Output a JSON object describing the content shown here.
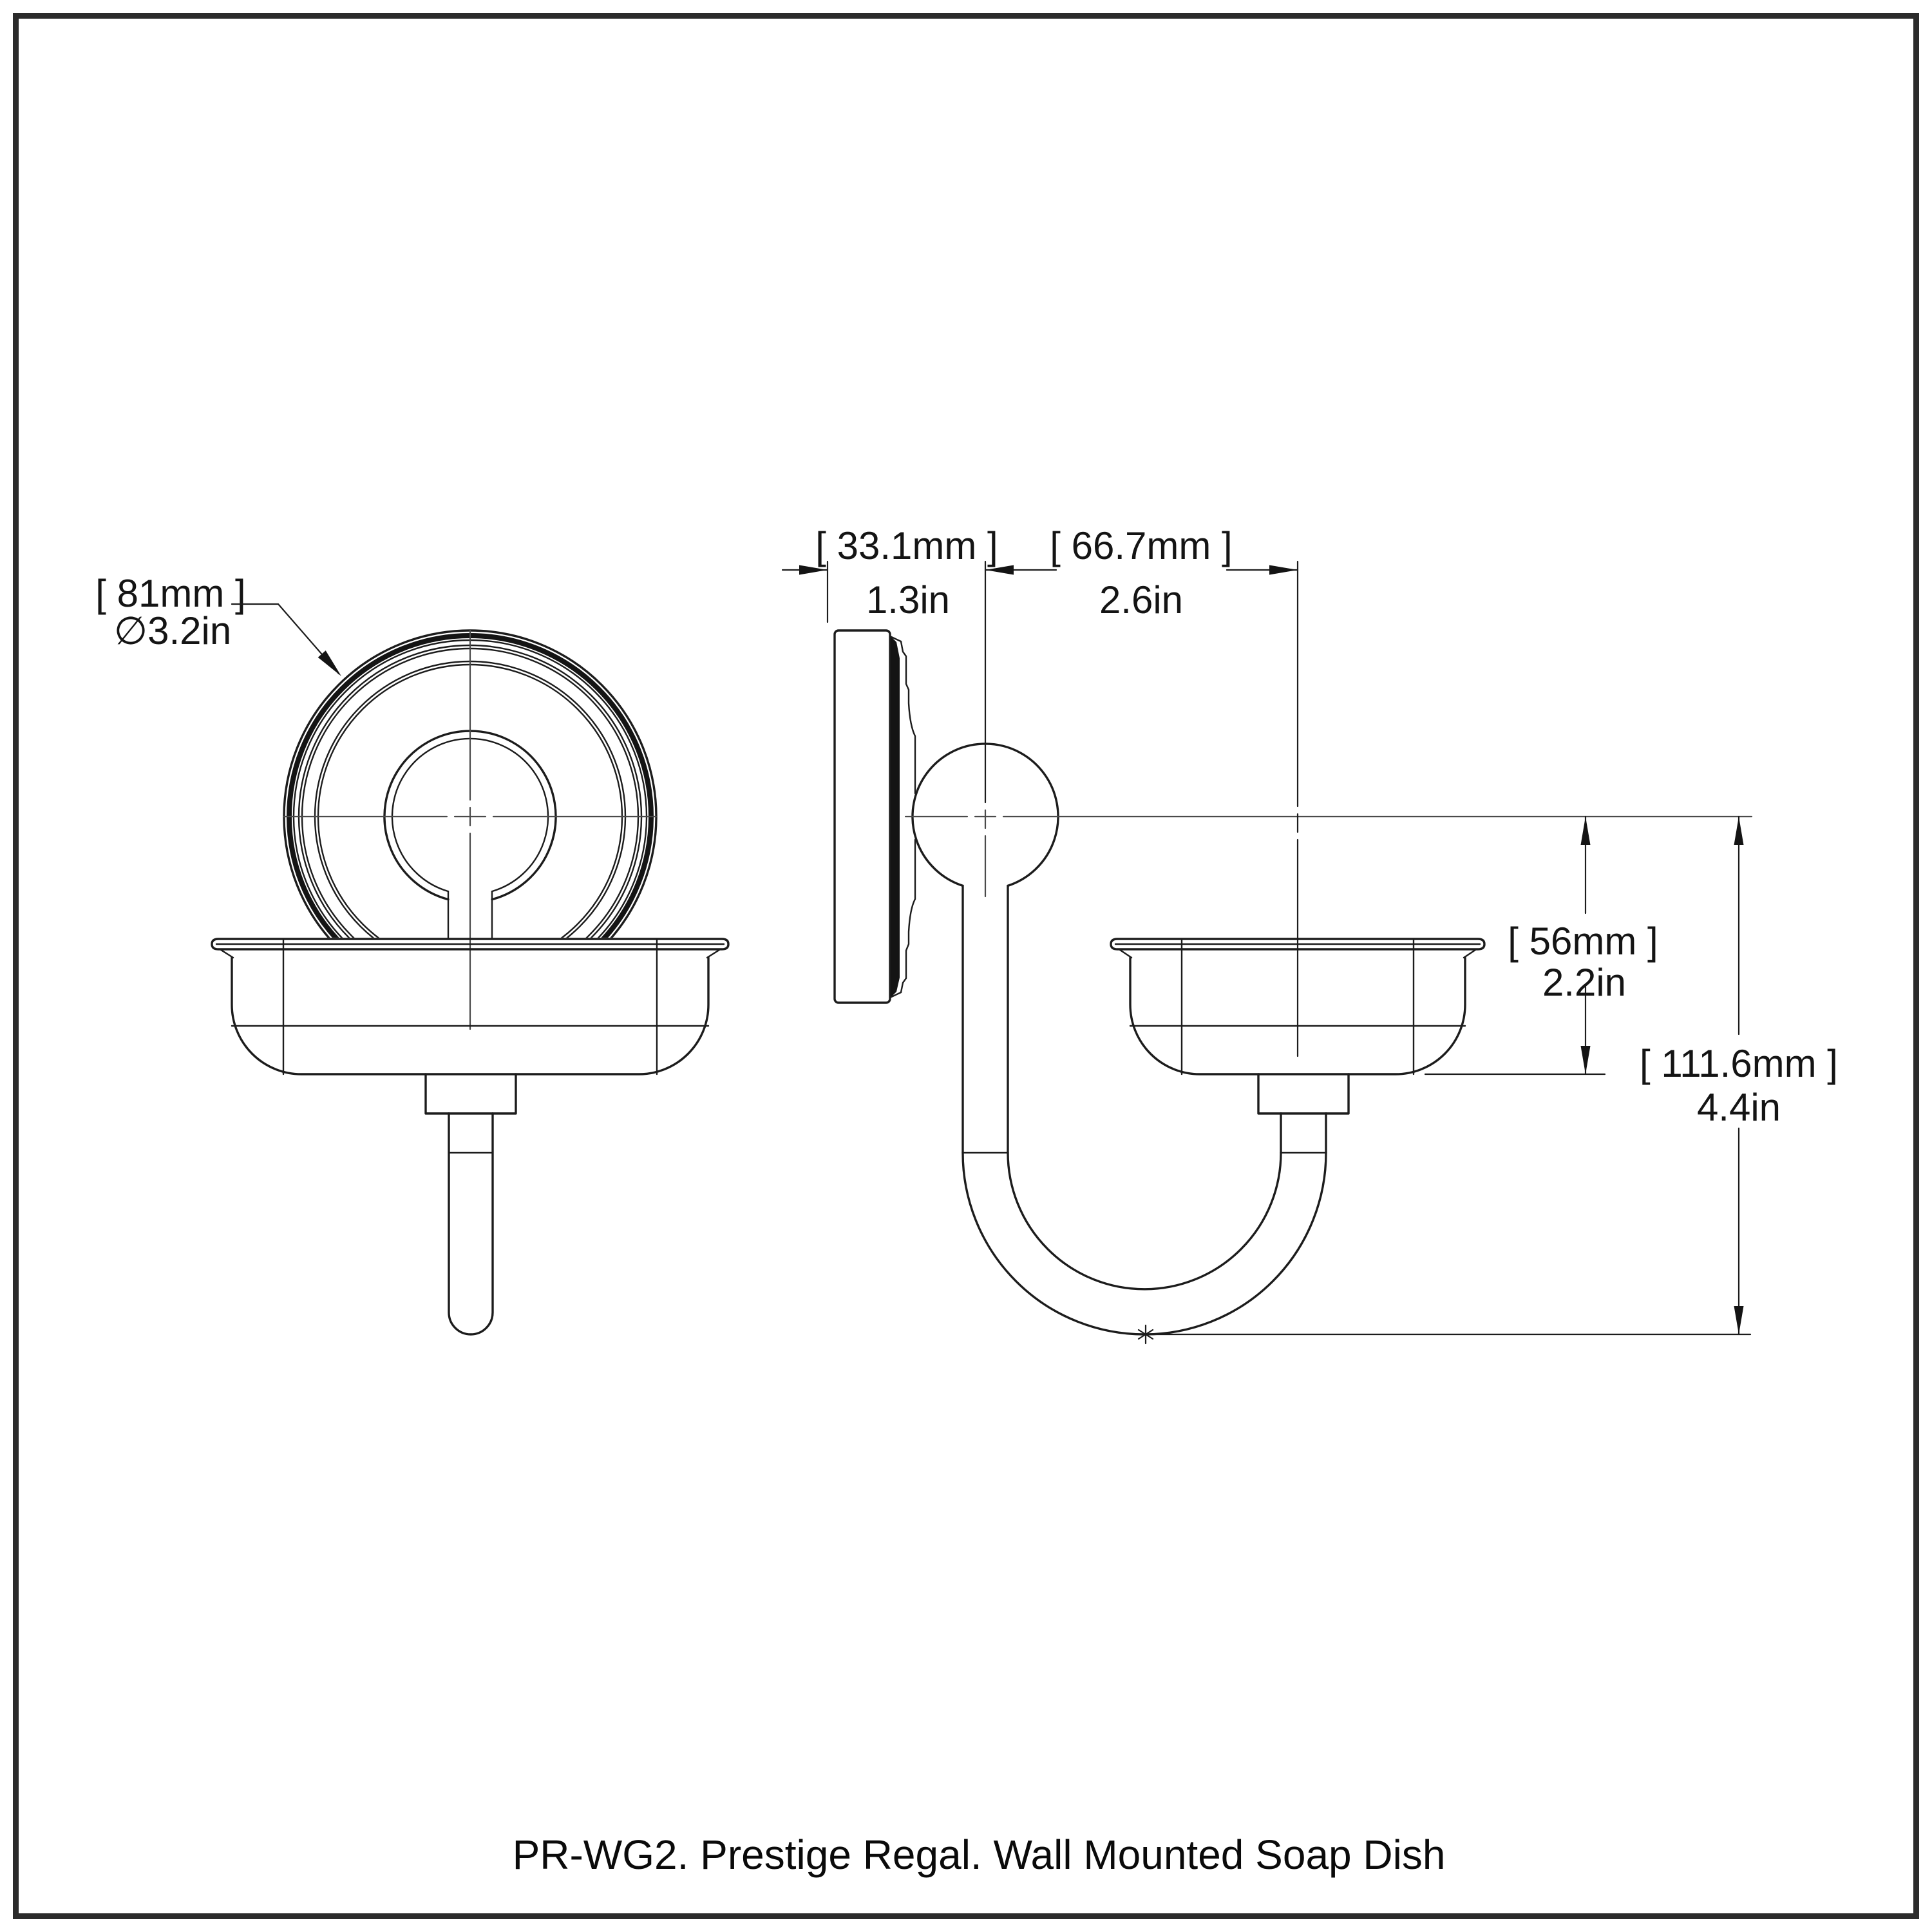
{
  "page": {
    "background": "#ffffff",
    "border_color": "#2b2b2b",
    "line_color": "#1c1c1c"
  },
  "caption": "PR-WG2. Prestige Regal. Wall Mounted Soap Dish",
  "dimensions": {
    "diameter": {
      "metric": "[ 81mm ]",
      "imperial": "∅3.2in"
    },
    "wall_offset": {
      "metric": "[ 33.1mm ]",
      "imperial": "1.3in"
    },
    "dish_offset": {
      "metric": "[ 66.7mm ]",
      "imperial": "2.6in"
    },
    "dish_drop": {
      "metric": "[ 56mm ]",
      "imperial": "2.2in"
    },
    "total_drop": {
      "metric": "[ 111.6mm ]",
      "imperial": "4.4in"
    }
  }
}
